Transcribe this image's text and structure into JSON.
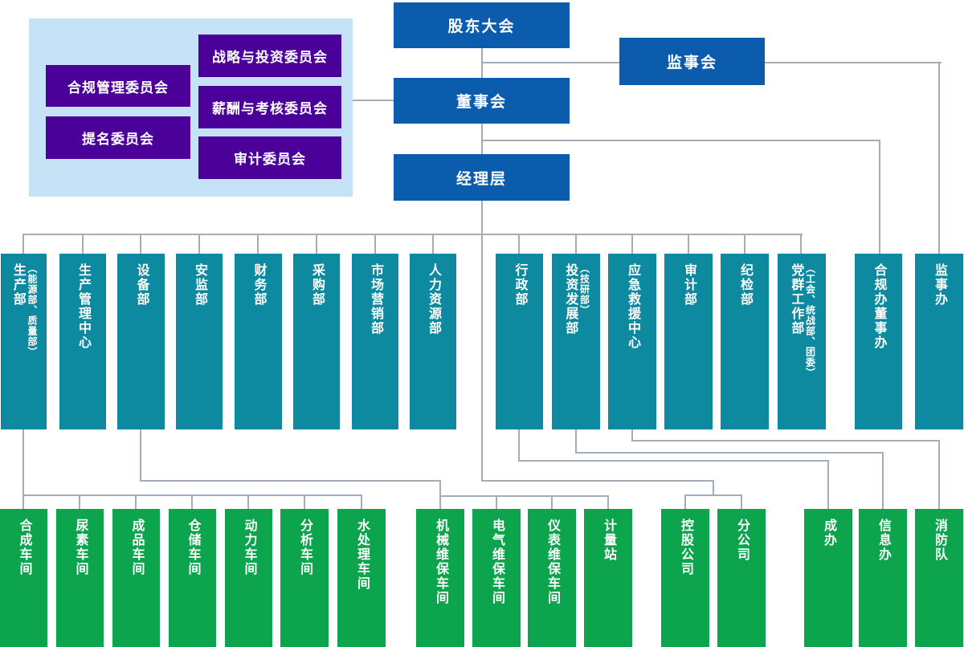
{
  "colors": {
    "blue": "#0B5CAD",
    "purple": "#4B0099",
    "panel": "#C6E2F7",
    "teal": "#0E8AA0",
    "green": "#0CA44C",
    "line": "#A3ADB7"
  },
  "governance": {
    "shareholders": "股东大会",
    "supervisory_board": "监事会",
    "board": "董事会",
    "management": "经理层"
  },
  "committees": [
    {
      "label": "合规管理委员会"
    },
    {
      "label": "提名委员会"
    },
    {
      "label": "战略与投资委员会"
    },
    {
      "label": "薪酬与考核委员会"
    },
    {
      "label": "审计委员会"
    }
  ],
  "departments": [
    {
      "label": "生产部",
      "sub": "（能源部、质量部）"
    },
    {
      "label": "生产管理中心",
      "sub": ""
    },
    {
      "label": "设备部",
      "sub": ""
    },
    {
      "label": "安监部",
      "sub": ""
    },
    {
      "label": "财务部",
      "sub": ""
    },
    {
      "label": "采购部",
      "sub": ""
    },
    {
      "label": "市场营销部",
      "sub": ""
    },
    {
      "label": "人力资源部",
      "sub": ""
    },
    {
      "label": "行政部",
      "sub": ""
    },
    {
      "label": "投资发展部",
      "sub": "（技研部）"
    },
    {
      "label": "应急救援中心",
      "sub": ""
    },
    {
      "label": "审计部",
      "sub": ""
    },
    {
      "label": "纪检部",
      "sub": ""
    },
    {
      "label": "党群工作部",
      "sub": "（工会、统战部、团委）"
    },
    {
      "label": "合规办董事办",
      "sub": ""
    },
    {
      "label": "监事办",
      "sub": ""
    }
  ],
  "units": [
    {
      "label": "合成车间"
    },
    {
      "label": "尿素车间"
    },
    {
      "label": "成品车间"
    },
    {
      "label": "仓储车间"
    },
    {
      "label": "动力车间"
    },
    {
      "label": "分析车间"
    },
    {
      "label": "水处理车间"
    },
    {
      "label": "机械维保车间"
    },
    {
      "label": "电气维保车间"
    },
    {
      "label": "仪表维保车间"
    },
    {
      "label": "计量站"
    },
    {
      "label": "控股公司"
    },
    {
      "label": "分公司"
    },
    {
      "label": "成办"
    },
    {
      "label": "信息办"
    },
    {
      "label": "消防队"
    }
  ]
}
